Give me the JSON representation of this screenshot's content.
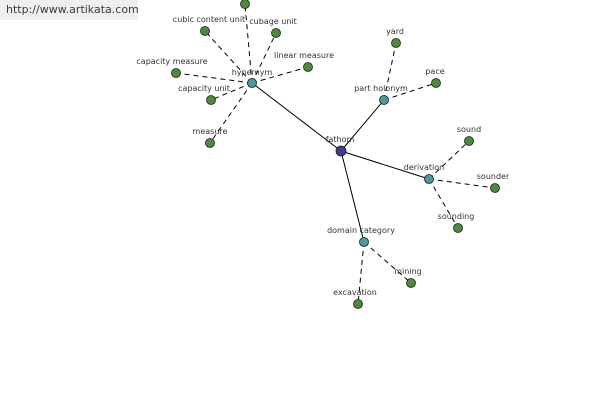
{
  "watermark": "http://www.artikata.com",
  "colors": {
    "root": "#3f3f8a",
    "relation": "#4a9a9a",
    "leaf": "#4d8a3a",
    "stroke": "#1e1e1e",
    "edge": "#000000"
  },
  "graph": {
    "root": "fathom",
    "relations": [
      {
        "label": "hypernym",
        "terms": [
          "cubic content unit",
          "cubage unit",
          "linear measure",
          "capacity measure",
          "capacity unit",
          "measure",
          ""
        ]
      },
      {
        "label": "part holonym",
        "terms": [
          "yard",
          "pace"
        ]
      },
      {
        "label": "derivation",
        "terms": [
          "sound",
          "sounder",
          "sounding"
        ]
      },
      {
        "label": "domain category",
        "terms": [
          "mining",
          "excavation"
        ]
      }
    ]
  }
}
